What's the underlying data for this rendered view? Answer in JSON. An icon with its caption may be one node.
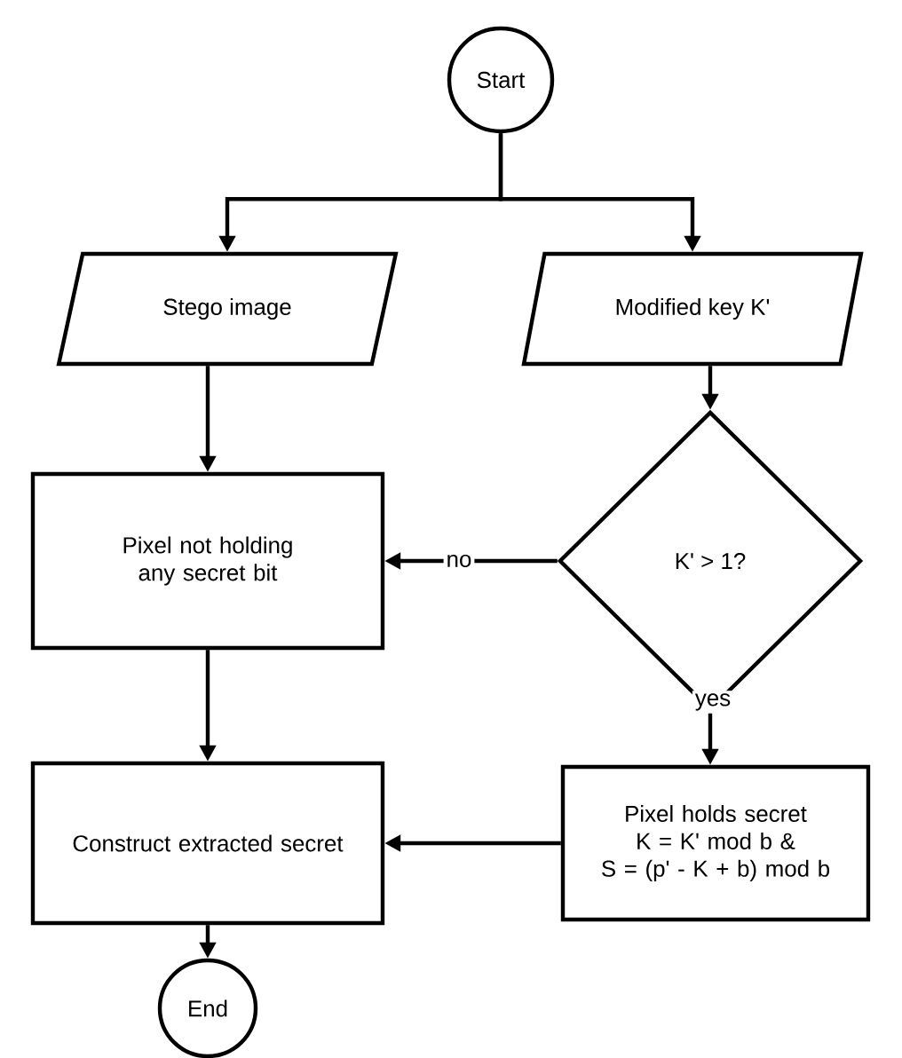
{
  "diagram": {
    "nodes": [
      {
        "text": [
          "Start"
        ]
      },
      {
        "text": [
          "Stego image"
        ]
      },
      {
        "text": [
          "Modified key K'"
        ]
      },
      {
        "text": [
          "Pixel not holding any secret bit"
        ]
      },
      {
        "text": [
          "K' > 1?"
        ]
      },
      {
        "text": [
          "Construct extracted secret"
        ]
      },
      {
        "text": [
          "Pixel holds secret",
          "K = K' mod b &",
          "S = (p' - K + b) mod b"
        ]
      },
      {
        "text": [
          "End"
        ]
      }
    ],
    "edges": [
      {
        "from": 0,
        "to": 1,
        "arrow": "to"
      },
      {
        "from": 0,
        "to": 2,
        "arrow": "to"
      },
      {
        "from": 1,
        "to": 3,
        "arrow": "to"
      },
      {
        "from": 2,
        "to": 4,
        "arrow": "to"
      },
      {
        "from": 4,
        "to": 3,
        "arrow": "to",
        "label": "no"
      },
      {
        "from": 4,
        "to": 6,
        "arrow": "to",
        "label": "yes"
      },
      {
        "from": 6,
        "to": 5,
        "arrow": "to"
      },
      {
        "from": 3,
        "to": 5,
        "arrow": "to"
      },
      {
        "from": 5,
        "to": 7,
        "arrow": "to"
      }
    ]
  }
}
